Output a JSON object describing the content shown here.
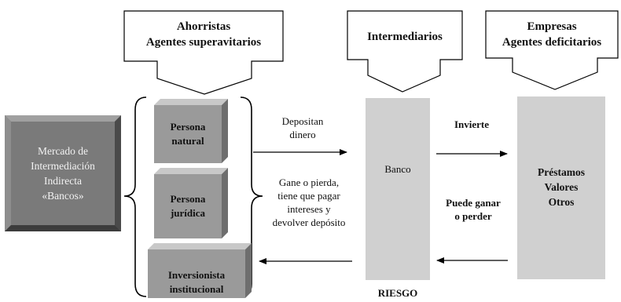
{
  "callouts": {
    "ahorristas": [
      "Ahorristas",
      "Agentes superavitarios"
    ],
    "intermediarios": [
      "Intermediarios"
    ],
    "empresas": [
      "Empresas",
      "Agentes deficitarios"
    ]
  },
  "market_box": [
    "Mercado de",
    "Intermediación",
    "Indirecta",
    "«Bancos»"
  ],
  "savers": [
    [
      "Persona",
      "natural"
    ],
    [
      "Persona",
      "jurídica"
    ],
    [
      "Inversionista",
      "institucional"
    ]
  ],
  "labels": {
    "depositan": [
      "Depositan",
      "dinero"
    ],
    "gane": [
      "Gane o pierda,",
      "tiene que pagar",
      "intereses y",
      "devolver depósito"
    ],
    "invierte": "Invierte",
    "puede": [
      "Puede ganar",
      "o perder"
    ],
    "riesgo": "RIESGO"
  },
  "banco": "Banco",
  "prestamos": [
    "Préstamos",
    "Valores",
    "Otros"
  ],
  "colors": {
    "market_fill": "#7a7a7a",
    "cube_front": "#9a9a9a",
    "cube_top": "#c8c8c8",
    "cube_side": "#6e6e6e",
    "column_fill": "#d0d0d0",
    "arrow": "#000000"
  }
}
